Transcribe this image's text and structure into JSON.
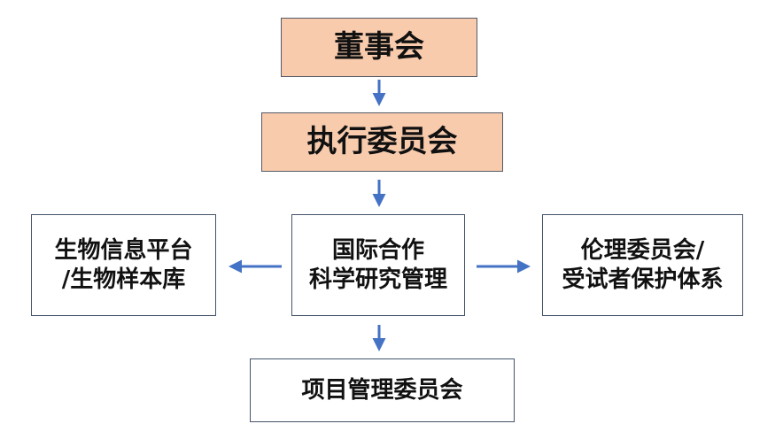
{
  "nodes": {
    "board": {
      "label": "董事会"
    },
    "executive_committee": {
      "label": "执行委员会"
    },
    "center": {
      "lines": [
        "国际合作",
        "科学研究管理"
      ]
    },
    "left": {
      "lines": [
        "生物信息平台",
        "/生物样本库"
      ]
    },
    "right": {
      "lines": [
        "伦理委员会/",
        "受试者保护体系"
      ]
    },
    "project_committee": {
      "label": "项目管理委员会"
    }
  },
  "colors": {
    "top_box_fill": "#f8cbad",
    "box_border": "#44546a",
    "arrow": "#4472c4",
    "text": "#111111"
  }
}
